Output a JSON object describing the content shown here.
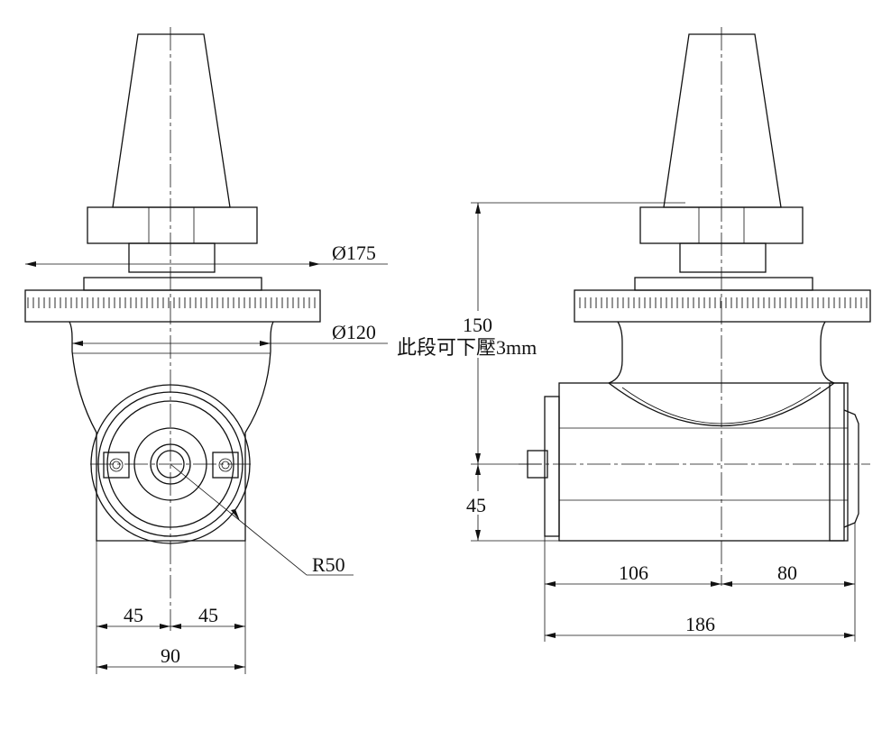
{
  "front_view": {
    "dia_175": "Ø175",
    "dia_120": "Ø120",
    "radius": "R50",
    "half_left": "45",
    "half_right": "45",
    "width": "90"
  },
  "side_view": {
    "height": "150",
    "note": "此段可下壓3mm",
    "lower_height": "45",
    "left_length": "106",
    "right_length": "80",
    "total_length": "186"
  }
}
